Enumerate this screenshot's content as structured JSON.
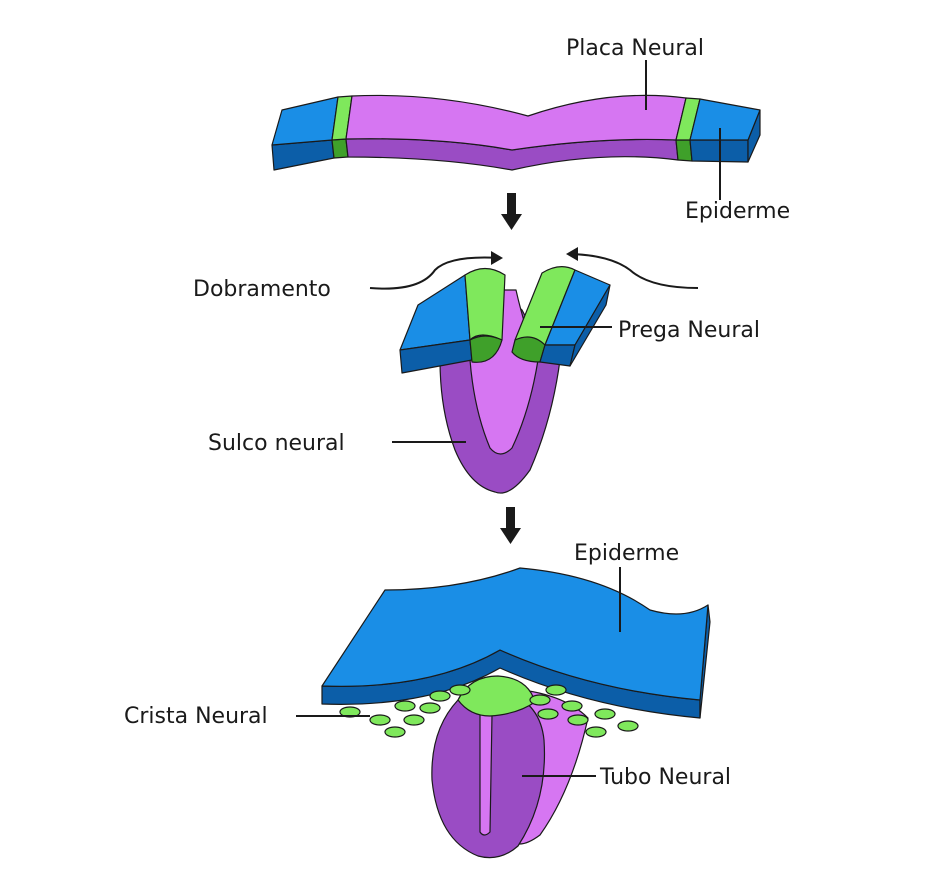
{
  "labels": {
    "placa_neural": "Placa Neural",
    "epiderme_top": "Epiderme",
    "dobramento": "Dobramento",
    "prega_neural": "Prega Neural",
    "sulco_neural": "Sulco neural",
    "epiderme_bottom": "Epiderme",
    "crista_neural": "Crista Neural",
    "tubo_neural": "Tubo Neural"
  },
  "colors": {
    "epidermis": "#1a8ee6",
    "epidermis_dark": "#0c5ea8",
    "neural_plate": "#d676f2",
    "neural_plate_dark": "#9a4cc4",
    "neural_crest": "#7fe85c",
    "neural_crest_dark": "#3fa02a",
    "outline": "#1a1a1a"
  }
}
